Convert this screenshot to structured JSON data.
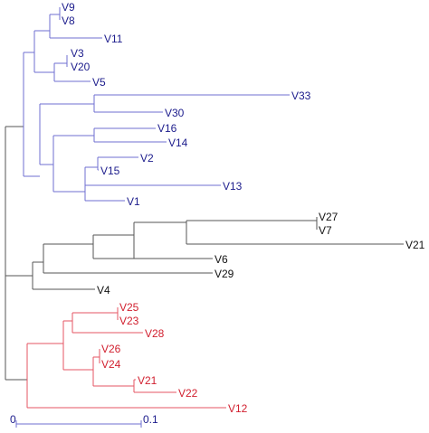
{
  "colors": {
    "blue": "#1c1c8c",
    "blue_line": "#6f6fd2",
    "black": "#111111",
    "gray_line": "#555555",
    "red": "#d11f2e",
    "red_line": "#e55563"
  },
  "leaves": {
    "v9": "V9",
    "v8": "V8",
    "v11": "V11",
    "v3": "V3",
    "v20": "V20",
    "v5": "V5",
    "v33": "V33",
    "v30": "V30",
    "v16": "V16",
    "v14": "V14",
    "v2": "V2",
    "v15": "V15",
    "v13": "V13",
    "v1": "V1",
    "v27": "V27",
    "v7": "V7",
    "v21_black": "V21",
    "v6": "V6",
    "v29": "V29",
    "v4": "V4",
    "v25": "V25",
    "v23": "V23",
    "v28": "V28",
    "v26": "V26",
    "v24": "V24",
    "v21_red": "V21",
    "v22": "V22",
    "v12": "V12"
  },
  "scale_bar": {
    "start_label": "0",
    "end_label": "0.1"
  }
}
